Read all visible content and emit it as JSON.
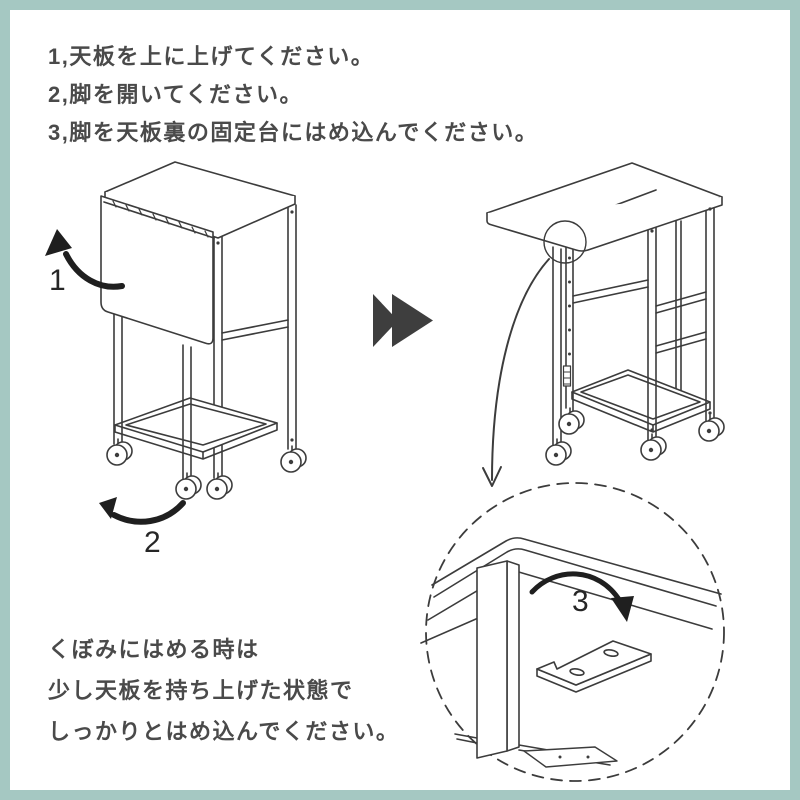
{
  "instructions": {
    "lines": [
      "1,天板を上に上げてください。",
      "2,脚を開いてください。",
      "3,脚を天板裏の固定台にはめ込んでください。"
    ]
  },
  "note": {
    "lines": [
      "くぼみにはめる時は",
      "少し天板を持ち上げた状態で",
      "しっかりとはめ込んでください。"
    ]
  },
  "labels": {
    "step1": "1",
    "step2": "2",
    "step3": "3"
  },
  "figures": {
    "left": "cart-with-leaf-folded",
    "middle": "fast-forward-icon",
    "right": "cart-with-leaf-raised",
    "callout": "leg-fixing-bracket-detail"
  },
  "colors": {
    "frame": "#a5c8c2",
    "text": "#4a4a4a",
    "line_art": "#3c3c3c",
    "arrow_dark": "#1f1f1f",
    "ff_icon": "#3e3e3e",
    "background": "#ffffff"
  }
}
